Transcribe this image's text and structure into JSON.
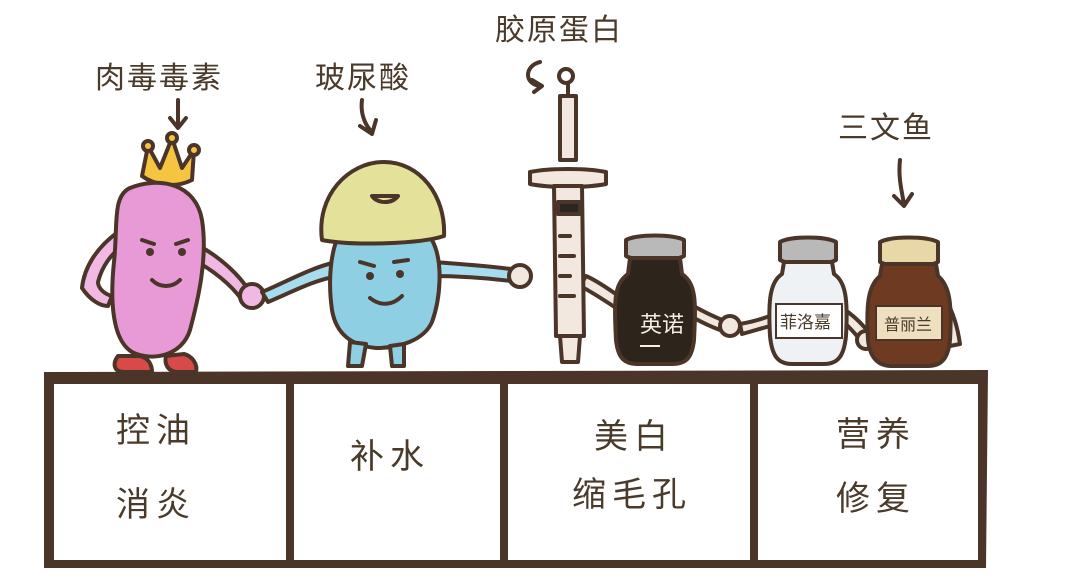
{
  "labels": {
    "botox": "肉毒毒素",
    "hyaluronic": "玻尿酸",
    "collagen": "胶原蛋白",
    "salmon": "三文鱼"
  },
  "bottles": {
    "ying_nuo": "英诺",
    "filorga": "菲洛嘉",
    "pulan": "普丽兰"
  },
  "boxes": [
    {
      "line1": "控油",
      "line2": "消炎"
    },
    {
      "line1": "补水",
      "line2": ""
    },
    {
      "line1": "美白",
      "line2": "缩毛孔"
    },
    {
      "line1": "营养",
      "line2": "修复"
    }
  ],
  "colors": {
    "ink": "#4a3528",
    "bean_pink": "#e79ad6",
    "bean_blue": "#8fcfe3",
    "helmet": "#e4e29a",
    "crown": "#f5c542",
    "amber": "#6e3b22",
    "glass_dark": "#2d241c",
    "cap_gray": "#b9b9b9"
  }
}
